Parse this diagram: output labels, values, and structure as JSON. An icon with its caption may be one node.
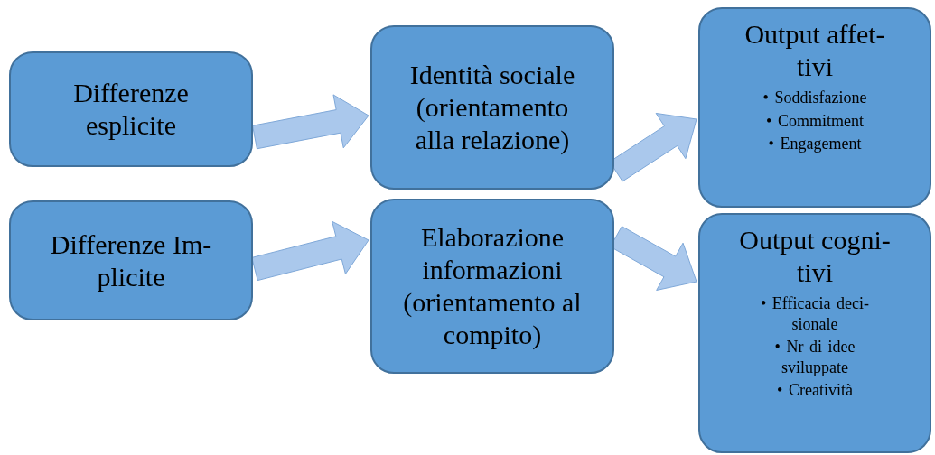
{
  "diagram": {
    "nodes": [
      {
        "text": [
          "Differenze esplicite"
        ]
      },
      {
        "text": [
          "Differenze Im- plicite"
        ]
      },
      {
        "text": [
          "Identità sociale (orientamento alla relazione)"
        ]
      },
      {
        "text": [
          "Elaborazione informazioni (orientamento al compito)"
        ]
      },
      {
        "text": [
          "Output affet- tivi",
          "• Soddisfazione",
          "• Commitment",
          "• Engagement"
        ]
      },
      {
        "text": [
          "Output cogni- tivi",
          "• Efficacia deci- sionale",
          "• Nr di idee sviluppate",
          "• Creatività"
        ]
      }
    ],
    "edges": [
      {
        "from": 0,
        "to": 2,
        "arrow": "to"
      },
      {
        "from": 1,
        "to": 3,
        "arrow": "to"
      },
      {
        "from": 2,
        "to": 4,
        "arrow": "to"
      },
      {
        "from": 3,
        "to": 5,
        "arrow": "to"
      }
    ]
  }
}
